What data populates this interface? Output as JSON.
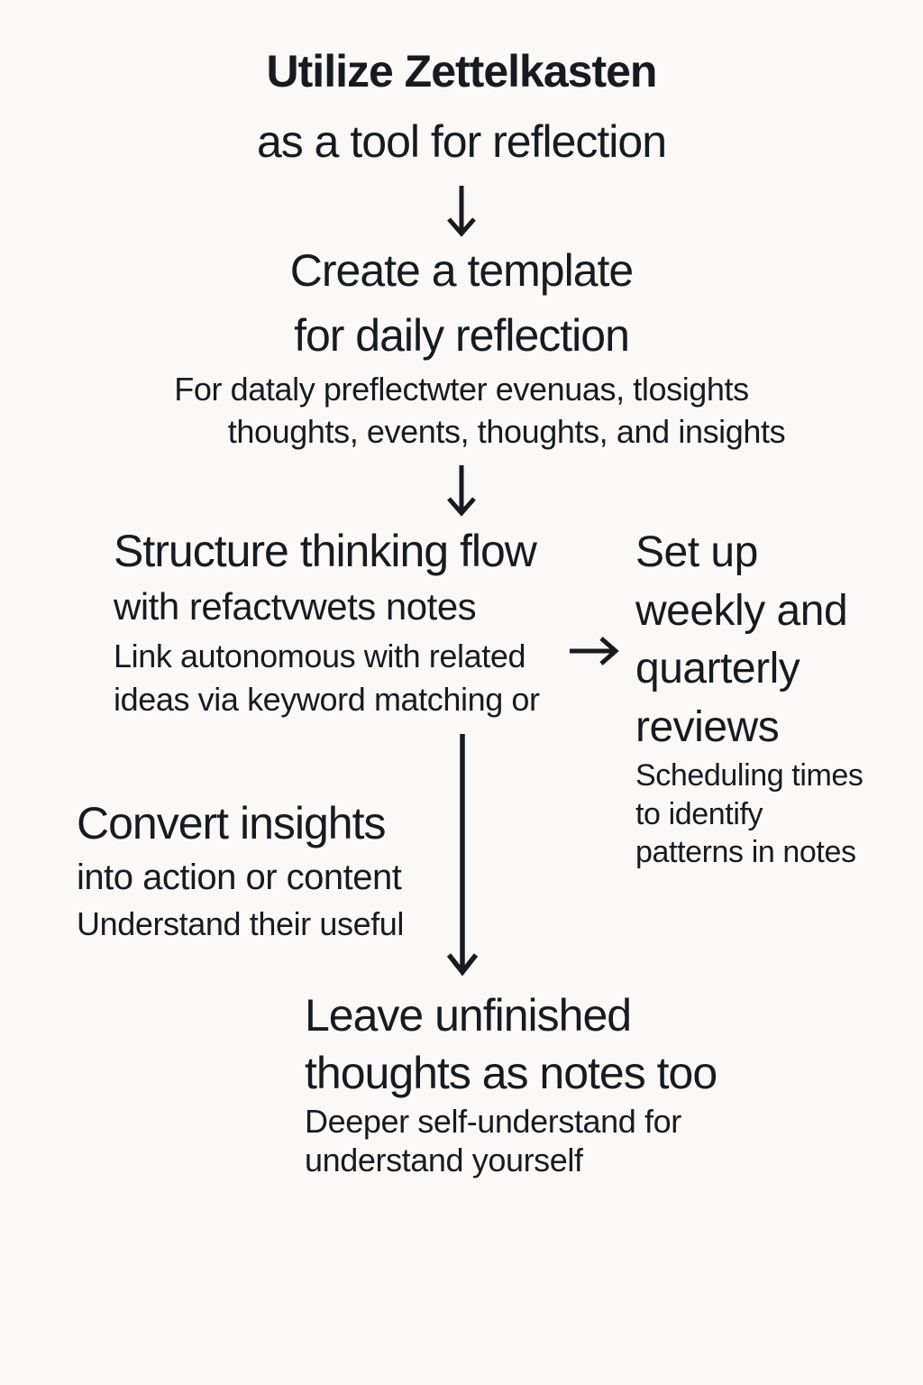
{
  "colors": {
    "background": "#faf9f7",
    "text": "#171b21",
    "arrow": "#171b21"
  },
  "icons": {
    "arrow_down": "↓",
    "arrow_right": "→"
  },
  "nodes": {
    "utilize": {
      "title": "Utilize Zettelkasten",
      "subtitle": "as a tool for reflection"
    },
    "create_template": {
      "title_lines": [
        "Create a template",
        "for daily reflection"
      ],
      "desc_lines": [
        "For dataly preflectwter evenuas, tlosights",
        "thoughts, events, thoughts, and insights"
      ]
    },
    "structure_flow": {
      "title_lines": [
        "Structure thinking flow",
        "with refactvwets notes"
      ],
      "desc_lines": [
        "Link autonomous with related",
        "ideas via keyword matching or"
      ]
    },
    "reviews": {
      "title_lines": [
        "Set up",
        "weekly and",
        "quarterly",
        "reviews"
      ],
      "desc_lines": [
        "Scheduling times",
        "to identify",
        "patterns in notes"
      ]
    },
    "convert": {
      "title_lines": [
        "Convert insights",
        "into action or content"
      ],
      "desc_lines": [
        "Understand their useful"
      ]
    },
    "leave": {
      "title_lines": [
        "Leave unfinished",
        "thoughts as notes too"
      ],
      "desc_lines": [
        "Deeper self-understand for",
        "understand yourself"
      ]
    }
  }
}
